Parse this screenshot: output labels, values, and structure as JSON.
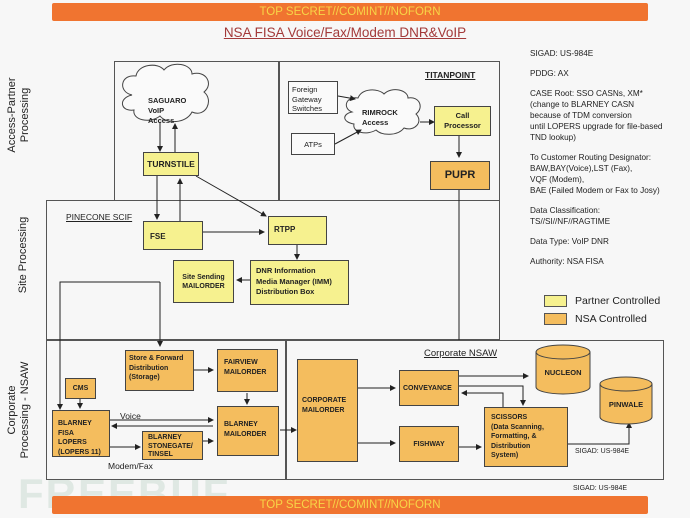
{
  "classification_banner": "TOP SECRET//COMINT//NOFORN",
  "title": "NSA FISA Voice/Fax/Modem DNR&VoIP",
  "side_labels": {
    "access_partner": "Access-Partner\nProcessing",
    "site": "Site Processing",
    "corporate": "Corporate\nProcessing - NSAW"
  },
  "areas": {
    "titanpoint": "TITANPOINT",
    "pinecone": "PINECONE SCIF",
    "corporate_nsaw": "Corporate NSAW"
  },
  "nodes": {
    "saguaro": "SAGUARO\nVoIP\nAccess",
    "turnstile": "TURNSTILE",
    "foreign_gateway": "Foreign\nGateway\nSwitches",
    "atps": "ATPs",
    "rimrock": "RIMROCK\nAccess",
    "call_processor": "Call\nProcessor",
    "pupr": "PUPR",
    "fse": "FSE",
    "rtpp": "RTPP",
    "site_sending": "Site Sending\nMAILORDER",
    "dnr_imm": "DNR Information\nMedia Manager (IMM)\nDistribution Box",
    "store_forward": "Store & Forward\nDistribution\n(Storage)",
    "fairview": "FAIRVIEW\nMAILORDER",
    "cms": "CMS",
    "blarney_fisa": "BLARNEY\nFISA LOPERS\n(LOPERS 11)",
    "blarney_mailorder": "BLARNEY\nMAILORDER",
    "blarney_stonegate": "BLARNEY\nSTONEGATE/\nTINSEL",
    "corporate_mailorder": "CORPORATE\nMAILORDER",
    "conveyance": "CONVEYANCE",
    "fishway": "FISHWAY",
    "scissors": "SCISSORS\n(Data Scanning,\nFormatting, &\nDistribution\nSystem)",
    "nucleon": "NUCLEON",
    "pinwale": "PINWALE"
  },
  "edge_labels": {
    "voice": "Voice",
    "modem_fax": "Modem/Fax",
    "sigad_scissors": "SIGAD: US-984E"
  },
  "notes": [
    "SIGAD: US-984E",
    "PDDG: AX",
    "CASE Root: SSO CASNs, XM*\n(change to BLARNEY CASN\nbecause of TDM conversion\nuntil LOPERS upgrade for file-based\nTND lookup)",
    "To Customer Routing Designator:\nBAW,BAY(Voice),LST (Fax),\nVQF (Modem),\nBAE (Failed Modem or Fax to Josy)",
    "Data Classification:\n   TS//SI//NF//RAGTIME",
    "Data Type:  VoIP DNR",
    "Authority:  NSA FISA"
  ],
  "legend": [
    {
      "label": "Partner Controlled",
      "color": "#f6f18f"
    },
    {
      "label": "NSA Controlled",
      "color": "#f4bd5e"
    }
  ],
  "footer_sigad": "SIGAD: US-984E",
  "watermark": "FREEBUF"
}
